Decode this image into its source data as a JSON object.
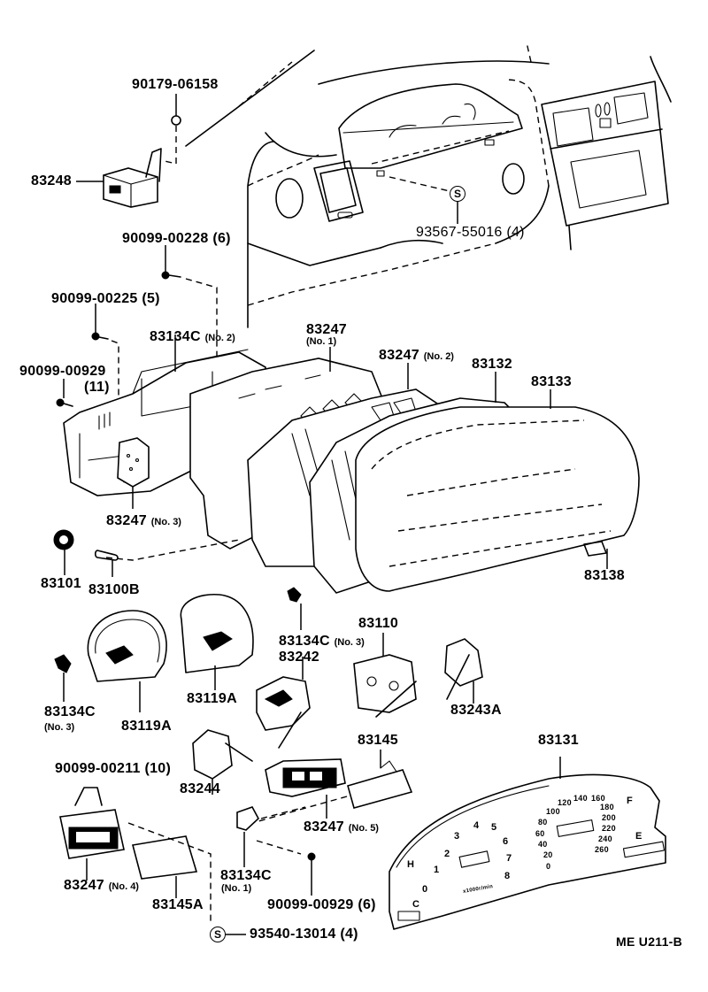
{
  "diagram": {
    "title": "Instrument cluster / combination meter parts diagram",
    "code": "ME U211-B"
  },
  "labels": {
    "p90179_06158": "90179-06158",
    "p83248": "83248",
    "p90099_00228": "90099-00228 (6)",
    "p93567_55016": "93567-55016 (4)",
    "p90099_00225": "90099-00225 (5)",
    "p83134c_no2": "83134C",
    "p83134c_no2_sub": "(No. 2)",
    "p83247_no1": "83247",
    "p83247_no1_sub": "(No. 1)",
    "p90099_00929_11": "90099-00929",
    "p90099_00929_11_sub": "(11)",
    "p83247_no2": "83247",
    "p83247_no2_sub": "(No. 2)",
    "p83132": "83132",
    "p83133": "83133",
    "p83247_no3": "83247",
    "p83247_no3_sub": "(No. 3)",
    "p83101": "83101",
    "p83100b": "83100B",
    "p83138": "83138",
    "p83134c_no3a": "83134C",
    "p83134c_no3a_sub": "(No. 3)",
    "p83110": "83110",
    "p83242": "83242",
    "p83119a_upper": "83119A",
    "p83243a": "83243A",
    "p83134c_no3b": "83134C",
    "p83134c_no3b_sub": "(No. 3)",
    "p83119a_lower": "83119A",
    "p90099_00211": "90099-00211 (10)",
    "p83244": "83244",
    "p83145": "83145",
    "p83131": "83131",
    "p83247_no5": "83247",
    "p83247_no5_sub": "(No. 5)",
    "p83247_no4": "83247",
    "p83247_no4_sub": "(No. 4)",
    "p83145a": "83145A",
    "p83134c_no1": "83134C",
    "p83134c_no1_sub": "(No. 1)",
    "p90099_00929_6": "90099-00929 (6)",
    "p93540_13014": "93540-13014 (4)",
    "s_mark": "S"
  },
  "gauge_face": {
    "tach_ticks": [
      "0",
      "1",
      "2",
      "3",
      "4",
      "5",
      "6",
      "7",
      "8"
    ],
    "speedo_ticks_mph": [
      "0",
      "20",
      "40",
      "60",
      "80",
      "100",
      "120",
      "140"
    ],
    "speedo_ticks_kmh": [
      "160",
      "180",
      "200",
      "220",
      "240",
      "260"
    ],
    "fuel_marks": [
      "F",
      "E"
    ],
    "temp_marks": [
      "H",
      "C"
    ],
    "legend_text": "x1000r/min"
  }
}
